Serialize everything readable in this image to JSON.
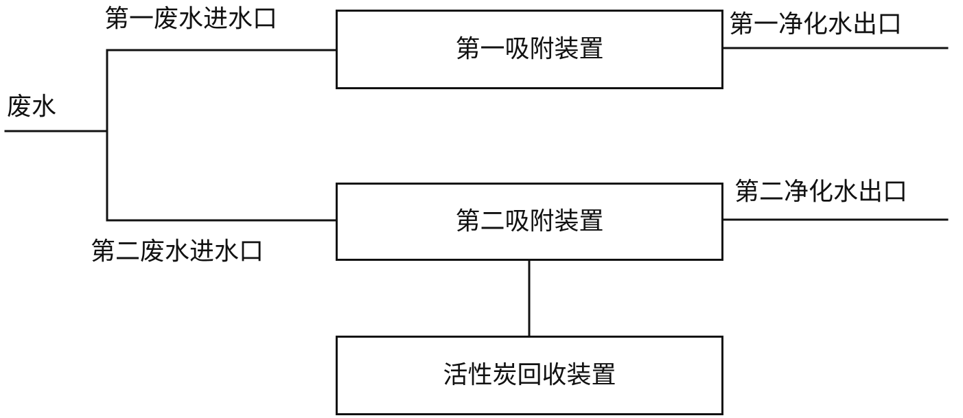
{
  "input": {
    "label": "废水"
  },
  "inlets": {
    "first": "第一废水进水口",
    "second": "第二废水进水口"
  },
  "devices": {
    "first_adsorption": "第一吸附装置",
    "second_adsorption": "第二吸附装置",
    "carbon_recovery": "活性炭回收装置"
  },
  "outlets": {
    "first": "第一净化水出口",
    "second": "第二净化水出口"
  },
  "colors": {
    "line": "#111111",
    "background": "#ffffff"
  }
}
